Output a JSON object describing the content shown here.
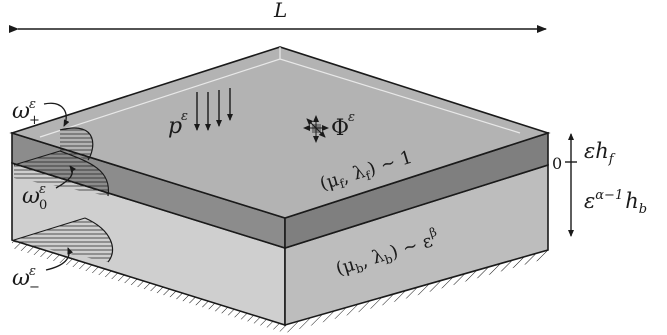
{
  "labels": {
    "length": "L",
    "omega_plus": "ω",
    "omega_plus_sup": "ε",
    "omega_plus_sub": "+",
    "omega_zero": "ω",
    "omega_zero_sup": "ε",
    "omega_zero_sub": "0",
    "omega_minus": "ω",
    "omega_minus_sup": "ε",
    "omega_minus_sub": "−",
    "pressure": "p",
    "pressure_sup": "ε",
    "phi": "Φ",
    "phi_sup": "ε",
    "film_params": "(μ",
    "film_sub1": "f",
    "film_mid": ", λ",
    "film_sub2": "f",
    "film_rel": ") ∼ 1",
    "base_params": "(μ",
    "base_sub1": "b",
    "base_mid": ", λ",
    "base_sub2": "b",
    "base_rel": ") ∼ ε",
    "base_rel_sup": "β",
    "zero": "0",
    "film_thickness": "εh",
    "film_thickness_sub": "f",
    "base_thickness": "ε",
    "base_thickness_sup": "α−1",
    "base_thickness_tail": "h",
    "base_thickness_sub": "b"
  },
  "colors": {
    "film_top": "#b3b3b3",
    "film_side": "#8c8c8c",
    "base_front": "#cfcfcf",
    "base_side": "#bdbdbd",
    "outline": "#1a1a1a"
  }
}
